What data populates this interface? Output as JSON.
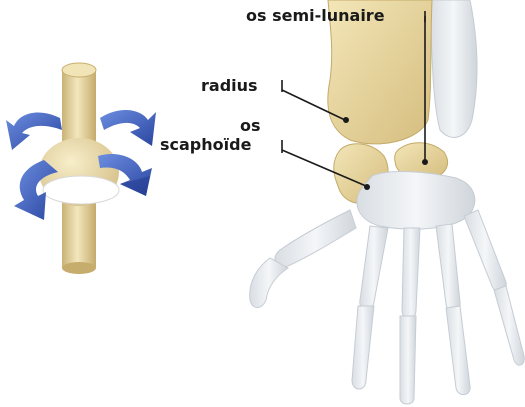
{
  "labels": {
    "semi_lunaire": "os semi-lunaire",
    "radius": "radius",
    "scaphoide_line1": "os",
    "scaphoide_line2": "scaphoïde"
  },
  "colors": {
    "bone_highlight": "#ecdcaa",
    "bone_shadow": "#cbb374",
    "hand_bone": "#e9ecef",
    "hand_shade": "#c9cfd6",
    "arrow": "#3f63c7",
    "arrow_dark": "#27409a",
    "leader": "#1a1a1a"
  },
  "icons": {
    "joint": "rotation-joint-icon"
  }
}
